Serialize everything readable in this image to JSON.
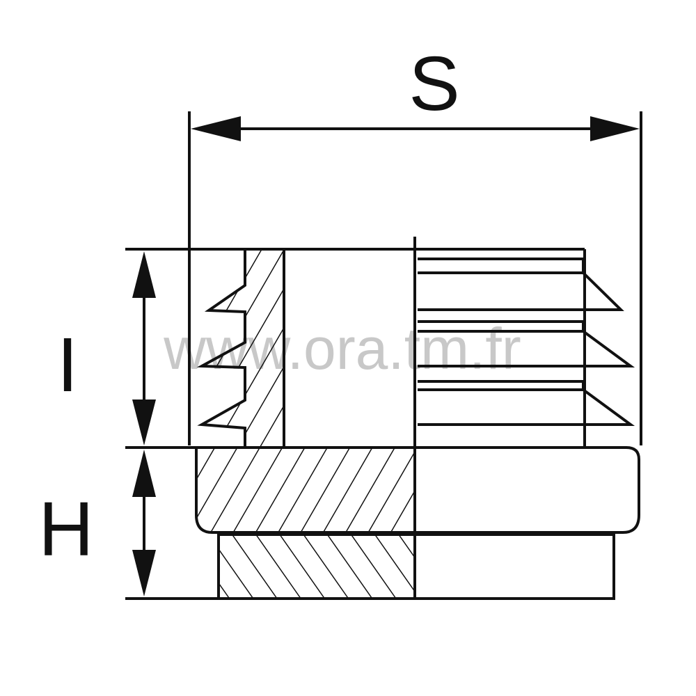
{
  "dimensions": {
    "s_label": "S",
    "i_label": "I",
    "h_label": "H"
  },
  "watermark": "www.ora.tm.fr",
  "colors": {
    "line": "#111111",
    "label": "#111111",
    "watermark": "#c8c8c8",
    "background": "#ffffff"
  }
}
